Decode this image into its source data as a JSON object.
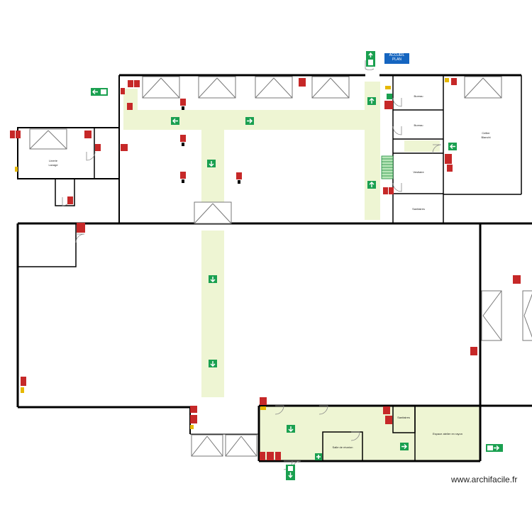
{
  "rooms": {
    "bureau_1": "Bureau",
    "bureau_2": "Bureau",
    "cellier": "Cellier Blanchi",
    "cellier_line1": "Cellier",
    "cellier_line2": "Blanchi",
    "lavage_line1": "Linerie",
    "lavage_line2": "Lavage",
    "vestiaire": "Vestiaire",
    "sanitaires_1": "Sanitaires",
    "sanitaires_2": "Sanitaires",
    "salle_de_reunion": "Salle de réunion",
    "espace_atelier": "Espace atelier en rayon"
  },
  "badge": {
    "line1": "ACCUEIL",
    "line2": "PLAN"
  },
  "watermark": "www.archifacile.fr",
  "colors": {
    "wall": "#000000",
    "evacuation_zone": "#eef5d3",
    "exit_sign": "#1aa050",
    "fire_sign": "#c62828",
    "badge": "#1565c0"
  },
  "icons": [
    "exit-arrow-icon",
    "fire-extinguisher-icon",
    "emergency-exit-door-icon",
    "stairs-icon",
    "first-aid-icon"
  ]
}
